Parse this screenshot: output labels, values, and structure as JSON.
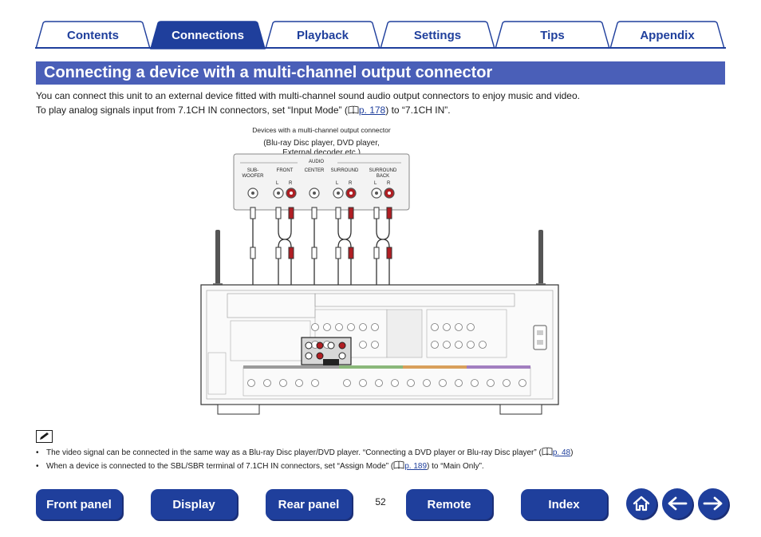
{
  "tabs": [
    {
      "label": "Contents",
      "active": false
    },
    {
      "label": "Connections",
      "active": true
    },
    {
      "label": "Playback",
      "active": false
    },
    {
      "label": "Settings",
      "active": false
    },
    {
      "label": "Tips",
      "active": false
    },
    {
      "label": "Appendix",
      "active": false
    }
  ],
  "page_title": "Connecting a device with a multi-channel output connector",
  "intro": {
    "line1": "You can connect this unit to an external device fitted with multi-channel sound audio output connectors to enjoy music and video.",
    "line2_before": "To play analog signals input from 7.1CH IN connectors, set “Input Mode” (",
    "line2_link": "p. 178",
    "line2_after": ") to “7.1CH IN”."
  },
  "diagram": {
    "device_caption": "Devices with a multi-channel output connector",
    "device_examples": "(Blu-ray Disc player, DVD player, External decoder etc.)",
    "audio_label": "AUDIO",
    "channels": {
      "subwoofer": "SUB-\nWOOFER",
      "front": "FRONT",
      "center": "CENTER",
      "surround": "SURROUND",
      "surround_back": "SURROUND\nBACK"
    },
    "lr": {
      "l": "L",
      "r": "R"
    }
  },
  "notes": [
    {
      "before": "The video signal can be connected in the same way as a Blu-ray Disc player/DVD player. “Connecting a DVD player or Blu-ray Disc player” (",
      "link": "p. 48",
      "after": ")"
    },
    {
      "before": "When a device is connected to the SBL/SBR terminal of 7.1CH IN connectors, set “Assign Mode” (",
      "link": "p. 189",
      "after": ") to “Main Only”."
    }
  ],
  "footer": {
    "buttons": [
      "Front panel",
      "Display",
      "Rear panel",
      "Remote",
      "Index"
    ],
    "page_number": "52",
    "icons": {
      "home": "home-icon",
      "back": "arrow-left-icon",
      "forward": "arrow-right-icon"
    }
  },
  "colors": {
    "brand_blue": "#1f3f9c",
    "title_bar": "#4a5fb8",
    "jack_red": "#b01e23"
  }
}
